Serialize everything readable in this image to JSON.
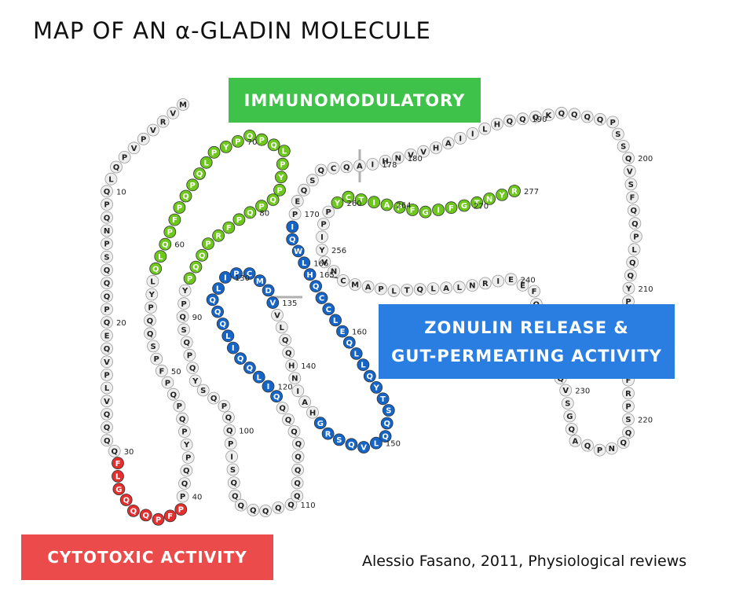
{
  "title": "MAP OF AN α-GLADIN MOLECULE",
  "labels": {
    "immunomodulatory": "IMMUNOMODULATORY",
    "zonulin_line1": "ZONULIN RELEASE &",
    "zonulin_line2": "GUT-PERMEATING ACTIVITY",
    "cytotoxic": "CYTOTOXIC ACTIVITY"
  },
  "credit": "Alessio Fasano, 2011, Physiological reviews",
  "colors": {
    "immunomodulatory": "#3fc24a",
    "zonulin": "#2a7de1",
    "cytotoxic": "#ec4b4b",
    "bead_green": "#6dc81b",
    "bead_blue": "#1565c8",
    "bead_red": "#e52f2f",
    "bead_plain": "#eeeeee"
  },
  "sequence": "MVRVPVPQLQPQNPSQQQPQEQVPLVQQQQFLGQQQPFPPQQPYPQPQPFPSQQPYLQLQPFPQPQLPYPQPQLPYPQPQPFRPQQPYPQSQPQYSQPQQPISQQQQQQQQQQQQQQQQILQQILQQQLIPCMDVVLQQHNIAHGRSQVLQQSTYQLLQELCCQHLWQIPEQSQCQAIHNVVHAIILHQQQKQQQQPSSQVSFQQPLQQYPLGQGSFRPSQQNPQAQGSVQPQQLPQFEEIRNLALQTLPAMCNVYIPPYCTIAPFGIFGTNYR",
  "position_labels": [
    "10",
    "20",
    "30",
    "40",
    "50",
    "60",
    "70",
    "80",
    "90",
    "100",
    "110",
    "120",
    "130",
    "135",
    "140",
    "150",
    "160",
    "165",
    "166",
    "170",
    "178",
    "180",
    "190",
    "200",
    "210",
    "220",
    "230",
    "240",
    "256",
    "260",
    "264",
    "270",
    "277"
  ],
  "regions": [
    {
      "name": "immunomodulatory",
      "color": "bead_green"
    },
    {
      "name": "zonulin",
      "color": "bead_blue"
    },
    {
      "name": "cytotoxic",
      "color": "bead_red"
    },
    {
      "name": "immunomodulatory-2",
      "color": "bead_green"
    }
  ]
}
